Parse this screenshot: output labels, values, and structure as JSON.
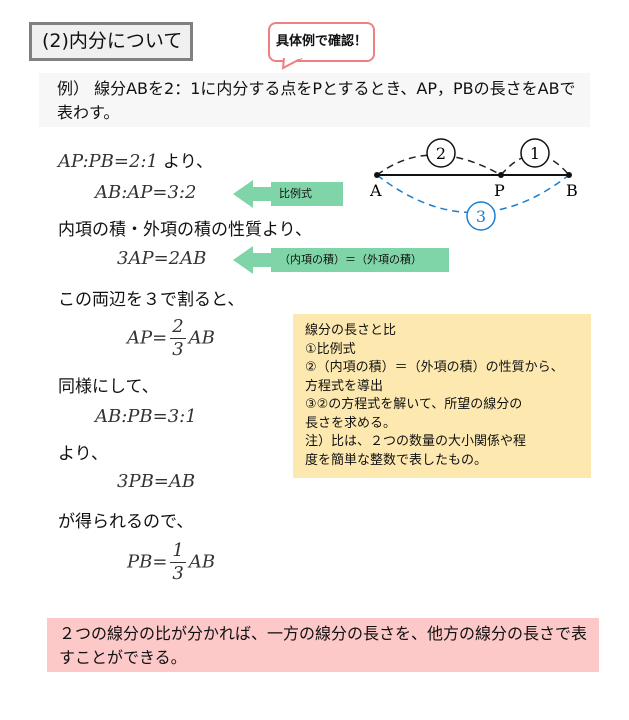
{
  "title": "(2)内分について",
  "bubble": "具体例で確認！",
  "example": "例）  線分ABを2：1に内分する点をPとするとき、AP，PBの長さをABで表わす。",
  "diagram": {
    "A": "A",
    "P": "P",
    "B": "B",
    "c1": "1",
    "c2": "2",
    "c3": "3"
  },
  "steps": {
    "s1_math": "AP:PB=2:1",
    "s1_text": "より、",
    "s2_math": "AB:AP=3:2",
    "arrow1": "比例式",
    "s3_text": "内項の積・外項の積の性質より、",
    "s4_math": "3AP=2AB",
    "arrow2": "（内項の積）＝（外項の積）",
    "s5_text": "この両辺を３で割ると、",
    "s6_lhs": "AP=",
    "s6_num": "2",
    "s6_den": "3",
    "s6_rhs": "AB",
    "s7_text": "同様にして、",
    "s8_math": "AB:PB=3:1",
    "s9_text": "より、",
    "s10_math": "3PB=AB",
    "s11_text": "が得られるので、",
    "s12_lhs": "PB=",
    "s12_num": "1",
    "s12_den": "3",
    "s12_rhs": "AB"
  },
  "note": [
    "線分の長さと比",
    "①比例式",
    "②（内項の積）＝（外項の積）の性質から、",
    "方程式を導出",
    "③②の方程式を解いて、所望の線分の",
    "長さを求める。",
    "注）比は、２つの数量の大小関係や程",
    "度を簡単な整数で表したもの。"
  ],
  "summary": "２つの線分の比が分かれば、一方の線分の長さを、他方の線分の長さで表すことができる。"
}
